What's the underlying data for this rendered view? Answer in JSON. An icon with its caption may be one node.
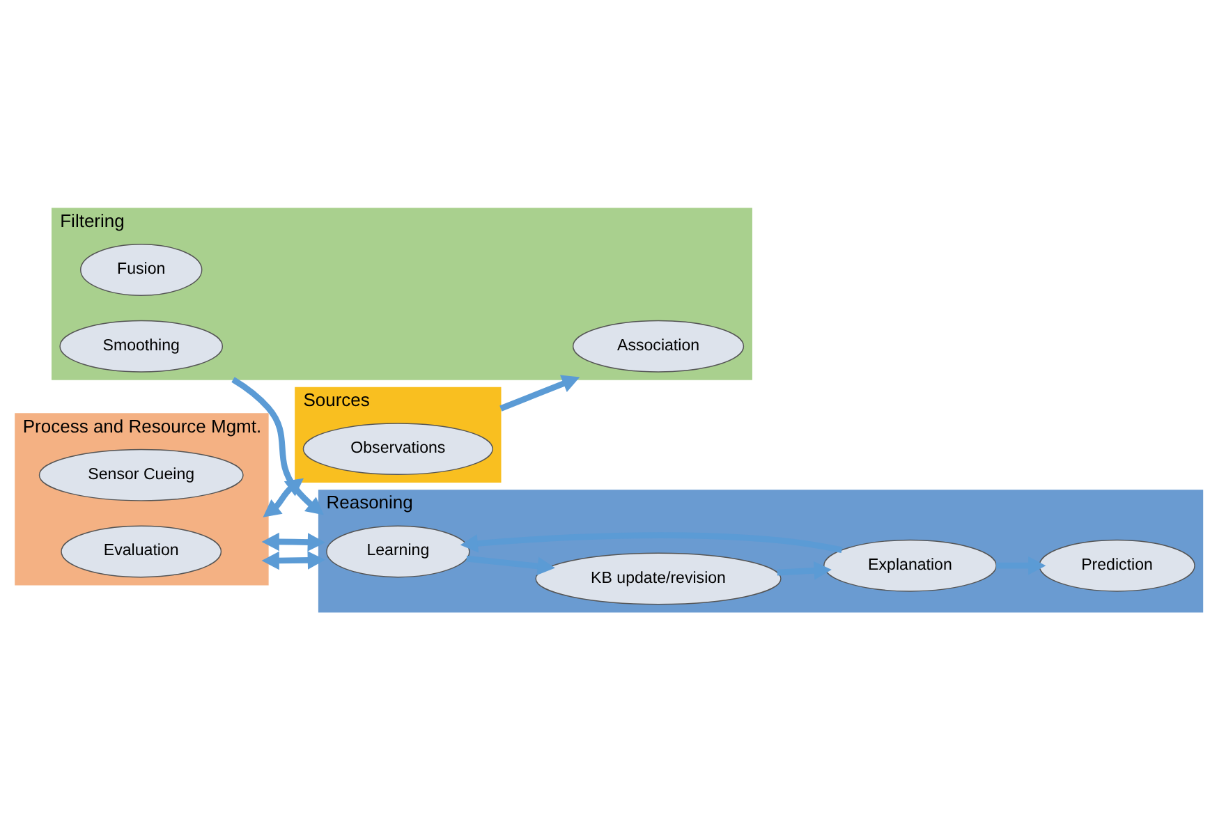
{
  "diagram": {
    "nodes": [
      {
        "text": [
          "Process and Resource Mgmt."
        ]
      },
      {
        "text": [
          "Sensor Cueing"
        ],
        "in": 0
      },
      {
        "text": [
          "Evaluation"
        ],
        "in": 0
      },
      {
        "text": [
          "Sources"
        ]
      },
      {
        "text": [
          "Observations"
        ],
        "in": 3
      },
      {
        "text": [
          "Filtering"
        ]
      },
      {
        "text": [
          "Association"
        ],
        "in": 5
      },
      {
        "text": [
          "Fusion"
        ],
        "in": 5
      },
      {
        "text": [
          "Smoothing"
        ],
        "in": 5
      },
      {
        "text": [
          "Reasoning"
        ]
      },
      {
        "text": [
          "Learning"
        ],
        "in": 9
      },
      {
        "text": [
          "KB update/revision"
        ],
        "in": 9
      },
      {
        "text": [
          "Explanation"
        ],
        "in": 9
      },
      {
        "text": [
          "Prediction"
        ],
        "in": 9
      }
    ],
    "edges": [
      {
        "from": 0,
        "to": 3,
        "arrow": "both"
      },
      {
        "from": 3,
        "to": 5,
        "arrow": "to"
      },
      {
        "from": 5,
        "to": 9,
        "arrow": "to"
      },
      {
        "from": 0,
        "to": 9,
        "arrow": "both"
      },
      {
        "from": 0,
        "to": 9,
        "arrow": "both"
      },
      {
        "from": 10,
        "to": 11,
        "arrow": "to"
      },
      {
        "from": 11,
        "to": 12,
        "arrow": "to"
      },
      {
        "from": 12,
        "to": 10,
        "arrow": "to"
      },
      {
        "from": 12,
        "to": 13,
        "arrow": "to"
      }
    ]
  }
}
